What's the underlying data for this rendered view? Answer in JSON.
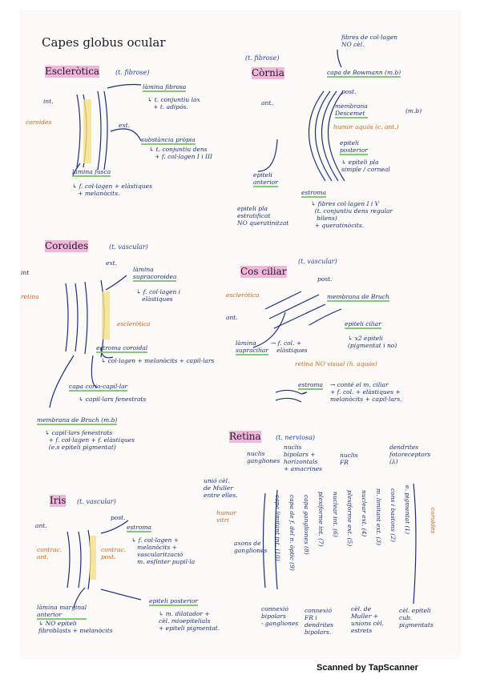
{
  "title": "Capes globus ocular",
  "esclerotica": {
    "heading": "Escleròtica",
    "type": "(t. fibrose)",
    "int": "int.",
    "ext": "ext.",
    "coroides": "coroides",
    "lamina_fibrosa": "làmina fibrosa",
    "lamina_fibrosa_detail": "↳ t. conjuntiu lax\n   + t. adipós.",
    "substancia": "substància pròpia",
    "substancia_detail": "↳ t. conjuntiu dens\n   + f. col·lagen I i III",
    "lamina_fusca": "làmina fusca",
    "lamina_fusca_detail": "↳ f. col·lagen + elàstiques\n   + melanòcits."
  },
  "cornia": {
    "type": "(t. fibrose)",
    "heading": "Còrnia",
    "fibres": "fibres de col·lagen\nNO cèl.",
    "bowman": "capa de Bowmann (m.b)",
    "post": "post.",
    "ant": "ant.",
    "descemet": "membrana\nDescemet",
    "mb": "(m.b)",
    "humor": "humor aquós (c. ant.)",
    "epiteli_posterior": "epiteli\nposterior",
    "epiteli_posterior_detail": "↳ epiteli pla\nsimple / corneal",
    "epiteli_anterior": "epiteli\nanterior",
    "epiteli_anterior_detail": "epiteli pla\nestratificat\nNO queratinitzat",
    "estroma": "estroma",
    "estroma_detail": "↳ fibres col·lagen I i V\n  (t. conjuntiu dens regular\n   bilens)\n  + queratinòcits."
  },
  "coroides": {
    "heading": "Coroides",
    "type": "(t. vascular)",
    "int": "int",
    "ext": "ext.",
    "retina": "retina",
    "supracoroidea": "làmina\nsupracoroidea",
    "supracoroidea_detail": "↳ f. col·lagen i\n   elàstiques",
    "esclerotica": "escleròtica",
    "estroma": "estroma coroidal",
    "estroma_detail": "↳ col·lagen + melanòcits + capil·lars",
    "capa": "capa corio-capil·lar",
    "capa_detail": "↳ capil·lars fenestrats",
    "bruch": "membrana de Bruch (m.b)",
    "bruch_detail": "↳ capil·lars fenestrats\n  + f. col·lagen + f. elàstiques\n  (e.s epiteli pigmentat)"
  },
  "cos_ciliar": {
    "heading": "Cos ciliar",
    "type": "(t. vascular)",
    "post": "post.",
    "esclerotica": "escleròtica",
    "bruch": "membrana de Bruch",
    "ant": "ant.",
    "epiteli": "epiteli ciliar",
    "epiteli_detail": "↳ x2 epiteli\n(pigmentat i no)",
    "lamina": "làmina\nsupraciliar",
    "lamina_detail": "→ f. col. +\n   elàstiques",
    "retina": "retina NO visual (h. aquós)",
    "estroma": "estroma",
    "estroma_detail": "→ conté el m. ciliar\n+ f. col. + elàstiques +\nmelanòcits + capil·lars."
  },
  "retina": {
    "heading": "Retina",
    "type": "(t. nerviosa)",
    "top_labels": [
      "nuclis\ngangliones",
      "nuclis\nbipolars +\nhorizontals\n+ amacrines",
      "nuclis\nFR",
      "dendrites\nfotoreceptors\n(λ)"
    ],
    "layers": [
      "capa limitant int. (10)",
      "capa de f. del n. òptic (9)",
      "capa gangliones (8)",
      "plexiforme int. (7)",
      "nuclear int. (6)",
      "plexiforme ext. (5)",
      "nuclear ext. (4)",
      "m. limitant ext. (3)",
      "cons i bastons (2)",
      "e. pigmentat (1)"
    ],
    "unio": "unió cèl.\nde Muller\nentre elles.",
    "humor": "humor\nvitri",
    "axons": "axons de\ngangliones",
    "coroides": "coroides",
    "bottom_labels": [
      "connexió\nbipolars\n- gangliones",
      "connexió\nFR i\ndendrites\nbipolars.",
      "cèl. de\nMuller +\nunions cèl.\nestrets",
      "cèl. epiteli\ncub.\npigmentats"
    ]
  },
  "iris": {
    "heading": "Iris",
    "type": "(t. vascular)",
    "post": "post.",
    "ant": "ant.",
    "estroma": "estroma",
    "estroma_detail": "↳ f. col·lagen +\n   melanòcits +\n   vascularització\n   m. esfínter pupil·la",
    "contra_ant": "contrac.\nant.",
    "contra_post": "contrac.\npost.",
    "lamina": "làmina marginal\nanterior",
    "lamina_detail": "↳ NO epiteli\nfibroblasts + melanòcits",
    "epiteli": "epiteli posterior",
    "epiteli_detail": "↳ m. dilatador +\ncèl. mioepitelials\n+ epiteli pigmentat."
  },
  "footer": "Scanned by TapScanner"
}
